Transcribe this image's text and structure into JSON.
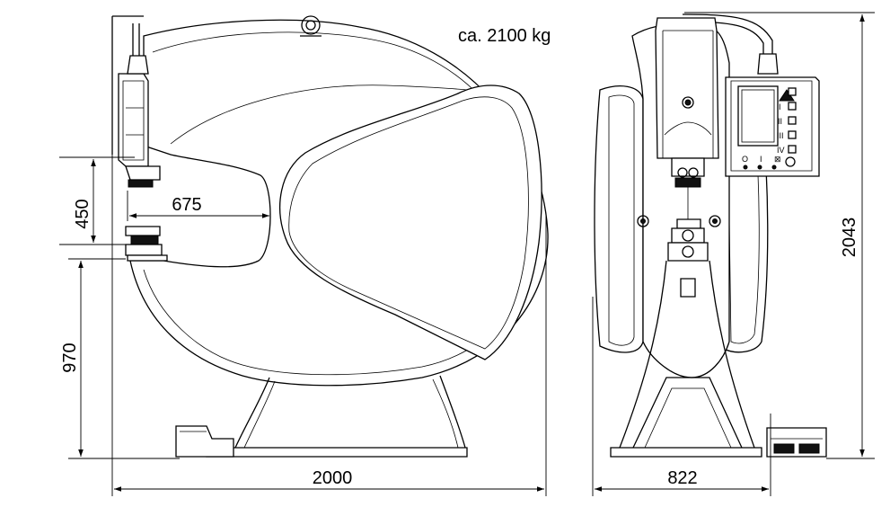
{
  "weight_label": "ca. 2100 kg",
  "dimensions": {
    "width_side": "2000",
    "throat_depth": "675",
    "opening_height": "450",
    "work_height": "970",
    "total_height": "2043",
    "width_front": "822"
  },
  "panel_buttons": [
    "I",
    "II",
    "III",
    "IV"
  ],
  "panel_bottom_labels": [
    "O",
    "I",
    "⊠"
  ]
}
